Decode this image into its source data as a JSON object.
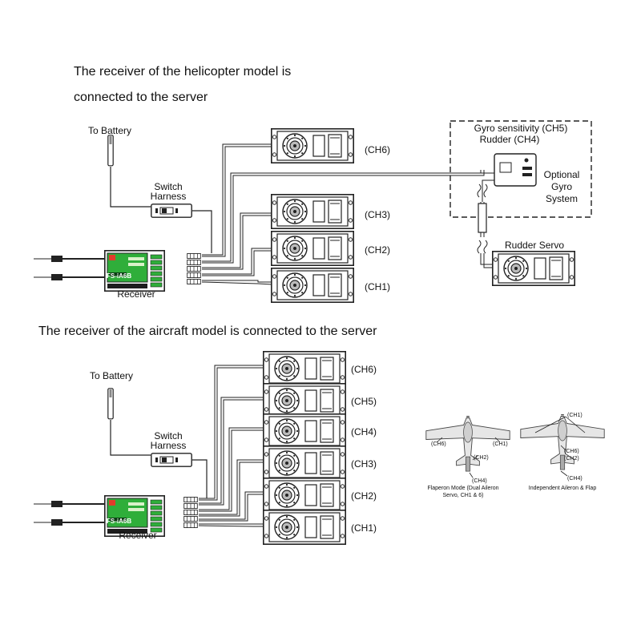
{
  "helicopter": {
    "heading_line1": "The receiver of the helicopter model is",
    "heading_line2": "connected to the server",
    "to_battery": "To Battery",
    "switch_label": [
      "Switch",
      "Harness"
    ],
    "receiver_label": "Receiver",
    "receiver_model": "FS-iA6B",
    "channels": [
      "(CH6)",
      "(CH3)",
      "(CH2)",
      "(CH1)"
    ],
    "gyro_title": [
      "Gyro sensitivity (CH5)",
      "Rudder (CH4)"
    ],
    "gyro_optional": [
      "Optional",
      "Gyro",
      "System"
    ],
    "rudder_servo": "Rudder Servo"
  },
  "aircraft": {
    "heading": "The receiver of the aircraft model is connected to the server",
    "to_battery": "To Battery",
    "switch_label": [
      "Switch",
      "Harness"
    ],
    "receiver_label": "Receiver",
    "receiver_model": "FS-iA6B",
    "channels": [
      "(CH6)",
      "(CH5)",
      "(CH4)",
      "(CH3)",
      "(CH2)",
      "(CH1)"
    ]
  },
  "modes": {
    "flaperon": {
      "caption": [
        "Flaperon Mode (Dual Aileron",
        "Servo, CH1 & 6)"
      ],
      "labels": [
        "(CH6)",
        "(CH1)",
        "(CH2)",
        "(CH4)"
      ]
    },
    "independent": {
      "caption": [
        "Independent Aileron & Flap"
      ],
      "labels": [
        "(CH1)",
        "(CH6)",
        "(CH2)",
        "(CH4)"
      ]
    }
  },
  "colors": {
    "line": "#222222",
    "receiver_screen": "#2fae3a",
    "case": "#ffffff"
  }
}
